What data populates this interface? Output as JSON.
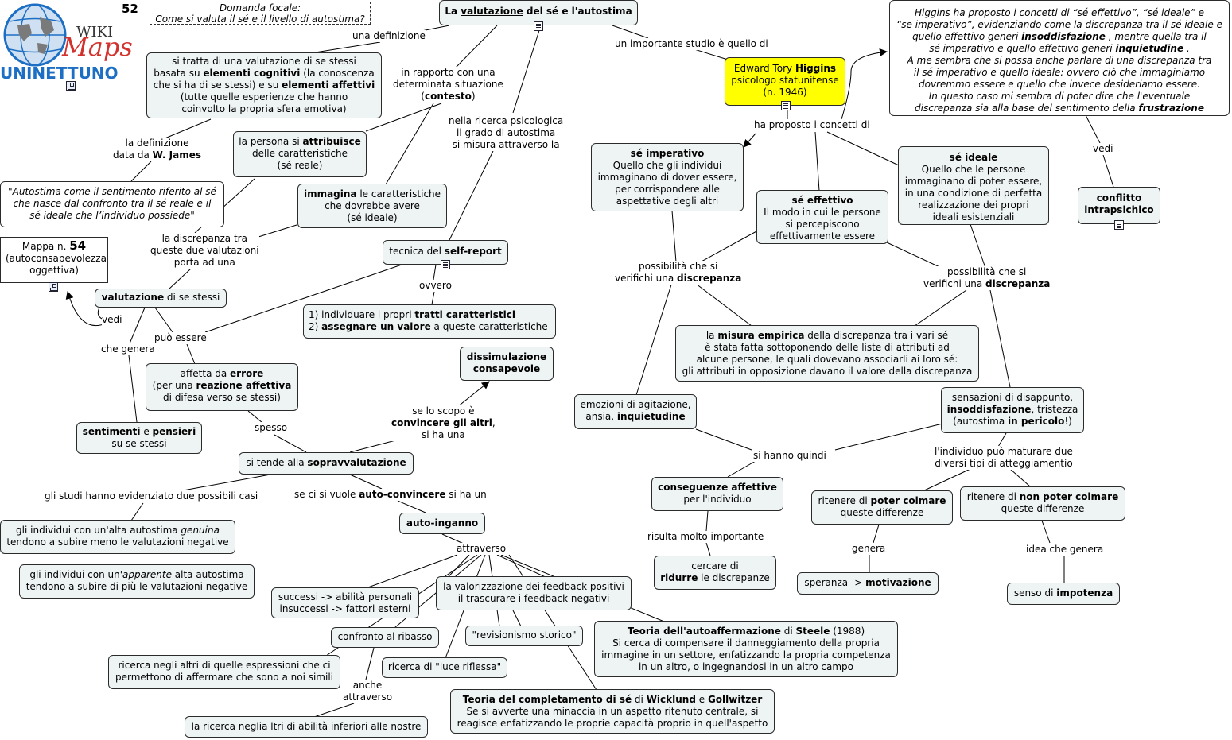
{
  "header": {
    "map_number": "52",
    "focus_label": "Domanda focale:",
    "focus_question": "Come si valuta il sé e il livello di autostima?",
    "logo_line1": "WIKI",
    "logo_line2": "Maps",
    "logo_line3": "UNINETTUNO"
  },
  "colors": {
    "node_fill": "#eef3f3",
    "highlight": "#ffff00",
    "logo_blue": "#1d6fc4",
    "logo_red": "#d2322d"
  },
  "nodes": {
    "title": [
      "La ",
      "valutazione",
      " del sé e l'autostima"
    ],
    "def_node": [
      "si tratta di una valutazione di se stessi",
      "basata su ",
      "elementi cognitivi",
      " (la conoscenza",
      "che si ha di se stessi) e su ",
      "elementi affettivi",
      "(tutte quelle esperienze che hanno",
      "coinvolto la propria sfera emotiva)"
    ],
    "james_quote": [
      "\"Autostima come il sentimento riferito al sé",
      "che nasce dal confronto tra il sé reale e il",
      "sé ideale che l’individuo possiede\""
    ],
    "mappa54": [
      "Mappa n. ",
      "54",
      "(autoconsapevolezza",
      "oggettiva)"
    ],
    "persona_attribuisce": [
      "la persona si ",
      "attribuisce",
      "delle caratteristiche",
      "(sé reale)"
    ],
    "immagina": [
      "immagina",
      " le caratteristiche",
      "che dovrebbe avere",
      "(sé ideale)"
    ],
    "self_report": [
      "tecnica del ",
      "self-report"
    ],
    "self_report_steps": [
      "1) individuare i propri ",
      "tratti caratteristici",
      "2) ",
      "assegnare un valore",
      " a queste caratteristiche"
    ],
    "valutazione_se": [
      "valutazione",
      " di se stessi"
    ],
    "errore": [
      "affetta da ",
      "errore",
      "(per una ",
      "reazione affettiva",
      "di difesa verso se stessi)"
    ],
    "sentimenti": [
      "sentimenti",
      " e ",
      "pensieri",
      "su se stessi"
    ],
    "dissimulazione": [
      "dissimulazione",
      "consapevole"
    ],
    "sopravvalutazione": [
      "si tende alla ",
      "sopravvalutazione"
    ],
    "autoinganno": [
      "auto-inganno"
    ],
    "genuina": [
      "gli individui con un'alta autostima ",
      "genuina",
      "tendono a subire meno le valutazioni negative"
    ],
    "apparente": [
      "gli individui con un'",
      "apparente",
      "  alta autostima",
      "tendono a subire di più le valutazioni negative"
    ],
    "successi": [
      "successi -> abilità personali",
      "insuccessi -> fattori esterni"
    ],
    "feedback": [
      "la valorizzazione dei feedback positivi",
      "il trascurare i feedback negativi"
    ],
    "ribasso": [
      "confronto al ribasso"
    ],
    "revisionismo": [
      "\"revisionismo storico\""
    ],
    "steele": [
      "Teoria dell'autoaffermazione",
      " di ",
      "Steele",
      " (1988)",
      "Si cerca di compensare il danneggiamento  della propria",
      "immagine in un settore, enfatizzando la propria competenza",
      "in  un altro, o ingegnandosi in un altro campo"
    ],
    "ricerca_altri": [
      "ricerca negli altri di quelle espressioni che ci",
      "permettono di affermare che sono a noi simili"
    ],
    "luce_riflessa": [
      "ricerca di \"luce riflessa\""
    ],
    "wicklund": [
      "Teoria del completamento di sé",
      " di ",
      "Wicklund",
      " e ",
      "Gollwitzer",
      "Se si avverte una minaccia in un aspetto ritenuto centrale, si",
      "reagisce enfatizzando le proprie capacità proprio in quell'aspetto"
    ],
    "inferiori": [
      "la ricerca neglia ltri di abilità inferiori alle nostre"
    ],
    "higgins": [
      "Edward Tory ",
      "Higgins",
      "psicologo statunitense",
      "(n. 1946)"
    ],
    "higgins_note": [
      "Higgins ha proposto i concetti di “sé effettivo”, “sé ideale” e",
      "“se imperativo”, evidenziando come la discrepanza tra il sé ideale e",
      "quello effettivo generi  ",
      "insoddisfazione",
      " , mentre quella tra il",
      "sé imperativo e quello effettivo generi  ",
      "inquietudine",
      " .",
      "A me sembra che si possa anche parlare di una discrepanza tra",
      "il sé imperativo e quello ideale: ovvero ciò che immaginiamo",
      "dovremmo essere e quello che invece desideriamo essere.",
      "In questo caso mi sembra di poter dire che l'eventuale",
      "discrepanza sia alla base del sentimento della  ",
      "frustrazione"
    ],
    "conflitto": [
      "conflitto",
      "intrapsichico"
    ],
    "se_imperativo": [
      "sé imperativo",
      "Quello che gli individui",
      "immaginano di dover essere,",
      "per corrispondere alle",
      "aspettative degli altri"
    ],
    "se_effettivo": [
      "sé effettivo",
      "Il modo in cui le persone",
      "si percepiscono",
      "effettivamente essere"
    ],
    "se_ideale": [
      "sé ideale",
      "Quello che le persone",
      "immaginano di poter essere,",
      "in una condizione di perfetta",
      "realizzazione dei propri",
      "ideali esistenziali"
    ],
    "misura": [
      "la ",
      "misura empirica",
      " della discrepanza tra i vari sé",
      "è stata fatta sottoponendo delle liste di attributi ad",
      "alcune persone, le quali dovevano associarli ai loro sé:",
      "gli attributi in opposizione davano il valore della discrepanza"
    ],
    "agitazione": [
      "emozioni di agitazione,",
      "ansia, ",
      "inquietudine"
    ],
    "disappunto": [
      "sensazioni di disappunto,",
      "insoddisfazione",
      ", tristezza",
      "(autostima ",
      "in pericolo",
      "!)"
    ],
    "conseguenze": [
      "conseguenze affettive",
      "per l'individuo"
    ],
    "ridurre": [
      "cercare di",
      "ridurre",
      " le discrepanze"
    ],
    "poter_colmare": [
      "ritenere di ",
      "poter colmare",
      "queste differenze"
    ],
    "non_poter": [
      "ritenere di ",
      "non poter colmare",
      "queste differenze"
    ],
    "speranza": [
      "speranza -> ",
      "motivazione"
    ],
    "impotenza": [
      "senso di ",
      "impotenza"
    ]
  },
  "links": {
    "una_definizione": "una definizione",
    "definizione_james": [
      "la definizione",
      "data da ",
      "W. James"
    ],
    "rapporto": [
      "in rapporto con una",
      "determinata situazione",
      "(",
      "contesto",
      ")"
    ],
    "ricerca_psico": [
      "nella ricerca psicologica",
      "il grado di autostima",
      "si misura attraverso la"
    ],
    "importante_studio": "un importante studio è quello di",
    "discrepanza_tra": [
      "la discrepanza tra",
      "queste due valutazioni",
      "porta ad una"
    ],
    "ovvero": "ovvero",
    "vedi_left": "vedi",
    "puo_essere": "può essere",
    "che_genera": "che genera",
    "spesso": "spesso",
    "scopo": [
      "se lo scopo è",
      "convincere gli altri",
      ",",
      "si ha una"
    ],
    "studi": "gli studi hanno evidenziato due possibili casi",
    "auto_convincere": [
      "se ci si vuole ",
      "auto-convincere",
      " si ha un"
    ],
    "attraverso": "attraverso",
    "anche_attraverso": [
      "anche",
      "attraverso"
    ],
    "proposto": "ha proposto i concetti di",
    "vedi_right": "vedi",
    "possibilita1": [
      "possibilità che si",
      "verifichi una ",
      "discrepanza"
    ],
    "possibilita2": [
      "possibilità che si",
      "verifichi una ",
      "discrepanza"
    ],
    "hanno_quindi": "si hanno quindi",
    "maturare": [
      "l'individuo può maturare due",
      "diversi tipi di atteggiamentio"
    ],
    "molto_importante": "risulta molto importante",
    "genera": "genera",
    "idea_genera": "idea che genera"
  }
}
